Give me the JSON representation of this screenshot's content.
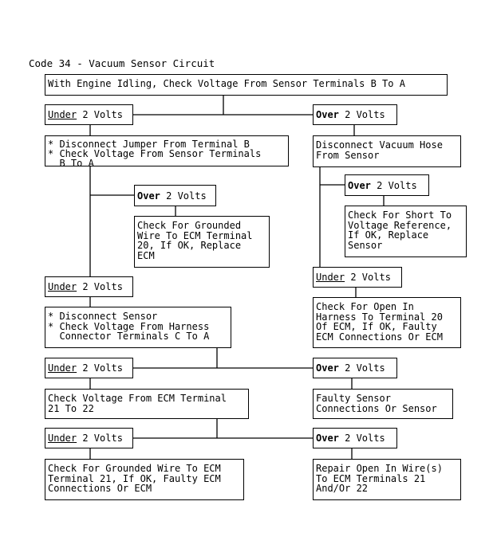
{
  "title": "Code 34 - Vacuum Sensor Circuit",
  "nodes": {
    "start": "With Engine Idling, Check Voltage From Sensor Terminals B To A",
    "l1_under": {
      "kw": "Under",
      "rest": " 2 Volts"
    },
    "l1_over": {
      "kw": "Over",
      "rest": " 2 Volts"
    },
    "disconnect_jumper": "* Disconnect Jumper From Terminal B\n* Check Voltage From Sensor Terminals\n  B To A",
    "disconnect_hose": "Disconnect Vacuum Hose\nFrom Sensor",
    "l2_over_left": {
      "kw": "Over",
      "rest": " 2 Volts"
    },
    "l2_over_right": {
      "kw": "Over",
      "rest": " 2 Volts"
    },
    "check_grounded_20": "Check For Grounded\nWire To ECM Terminal\n20, If OK, Replace\nECM",
    "check_short": "Check For Short To\nVoltage Reference,\nIf OK, Replace\nSensor",
    "l3_under_left": {
      "kw": "Under",
      "rest": " 2 Volts"
    },
    "l3_under_right": {
      "kw": "Under",
      "rest": " 2 Volts"
    },
    "disconnect_sensor": "* Disconnect Sensor\n* Check Voltage From Harness\n  Connector Terminals C To A",
    "check_open_20": "Check For Open In\nHarness To Terminal 20\nOf ECM, If OK, Faulty\nECM Connections Or ECM",
    "l4_under": {
      "kw": "Under",
      "rest": " 2 Volts"
    },
    "l4_over": {
      "kw": "Over",
      "rest": " 2 Volts"
    },
    "check_voltage_ecm": "Check Voltage From ECM Terminal\n21 To 22",
    "faulty_sensor": "Faulty Sensor\nConnections Or Sensor",
    "l5_under": {
      "kw": "Under",
      "rest": " 2 Volts"
    },
    "l5_over": {
      "kw": "Over",
      "rest": " 2 Volts"
    },
    "check_grounded_21": "Check For Grounded Wire To ECM\nTerminal 21, If OK, Faulty ECM\nConnections Or ECM",
    "repair_open": "Repair Open In Wire(s)\nTo ECM Terminals 21\nAnd/Or 22"
  }
}
